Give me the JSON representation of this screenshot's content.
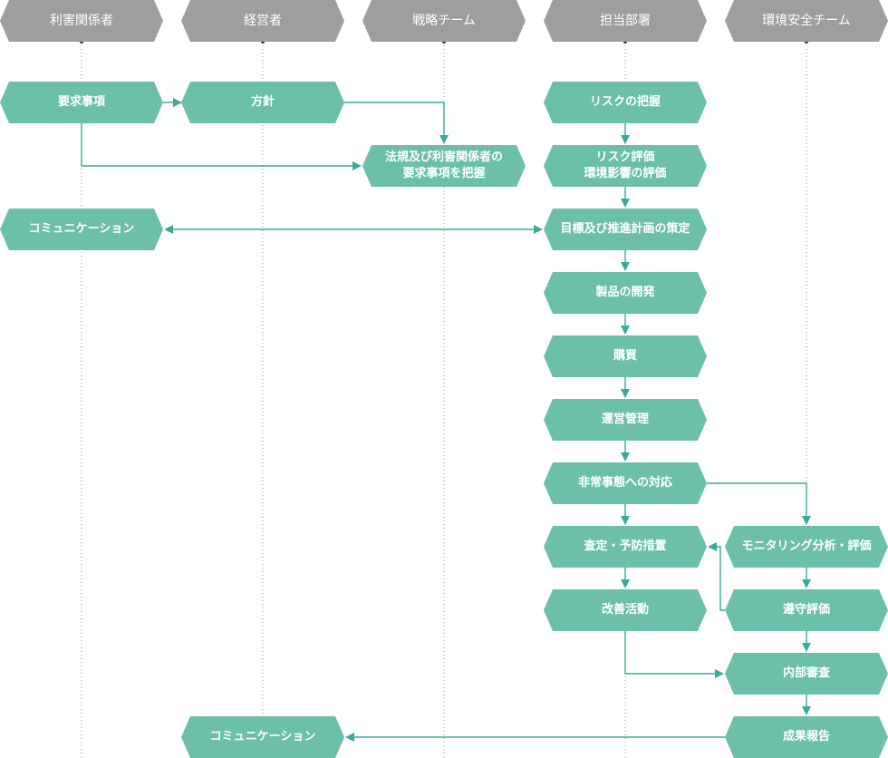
{
  "lanes": {
    "stakeholder": "利害関係者",
    "management": "経営者",
    "strategy": "戦略チーム",
    "department": "担当部署",
    "env_safety": "環境安全チーム"
  },
  "nodes": {
    "requirements": "要求事項",
    "policy": "方針",
    "grasp_requirements_line1": "法規及び利害関係者の",
    "grasp_requirements_line2": "要求事項を把握",
    "communication_stakeholder": "コミュニケーション",
    "risk_grasp": "リスクの把握",
    "risk_eval_line1": "リスク評価",
    "risk_eval_line2": "環境影響の評価",
    "goal_plan": "目標及び推進計画の策定",
    "product_dev": "製品の開発",
    "purchase": "購買",
    "operation": "運営管理",
    "emergency": "非常事態への対応",
    "inspection": "査定・予防措置",
    "improvement": "改善活動",
    "monitoring": "モニタリング分析・評価",
    "compliance": "遵守評価",
    "internal_audit": "内部審査",
    "report": "成果報告",
    "communication_management": "コミュニケーション"
  }
}
